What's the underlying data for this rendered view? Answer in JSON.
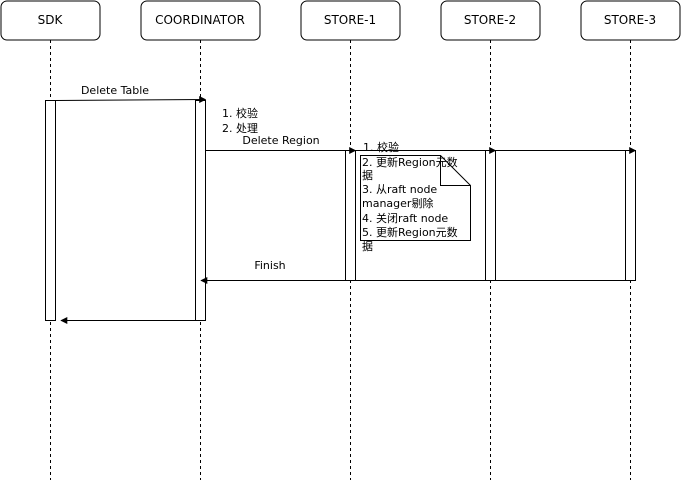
{
  "diagram": {
    "participants": [
      "SDK",
      "COORDINATOR",
      "STORE-1",
      "STORE-2",
      "STORE-3"
    ],
    "messages": {
      "delete_table": "Delete Table",
      "delete_region": "Delete Region",
      "finish": "Finish"
    },
    "coordinator_note": [
      "1. 校验",
      "2. 处理"
    ],
    "store_note": [
      "1. 校验",
      "2. 更新Region元数",
      "据",
      "3. 从raft node",
      "manager剔除",
      "4. 关闭raft node",
      "5. 更新Region元数",
      "据"
    ]
  },
  "colors": {
    "line": "#000000",
    "box_fill": "#ffffff"
  }
}
